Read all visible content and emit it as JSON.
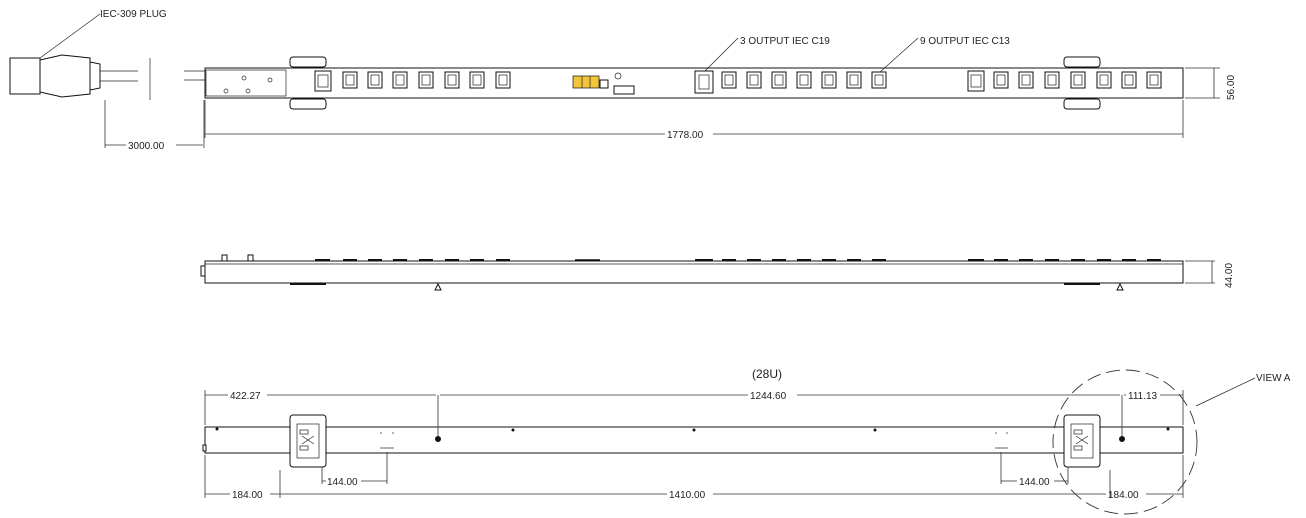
{
  "labels": {
    "plug": "IEC-309 PLUG",
    "c19": "3  OUTPUT  IEC  C19",
    "c13": "9  OUTPUT  IEC  C13",
    "units": "(28U)",
    "view_a": "VIEW A"
  },
  "dimensions": {
    "cable": "3000.00",
    "length": "1778.00",
    "height_top": "56.00",
    "height_side": "44.00",
    "left_offset": "422.27",
    "mid_span": "1244.60",
    "right_offset": "111.13",
    "left_end": "184.00",
    "left_gap": "144.00",
    "center_span": "1410.00",
    "right_gap": "144.00",
    "right_end": "184.00"
  },
  "colors": {
    "ink": "#111111",
    "module_accent": "#f2c53d"
  }
}
